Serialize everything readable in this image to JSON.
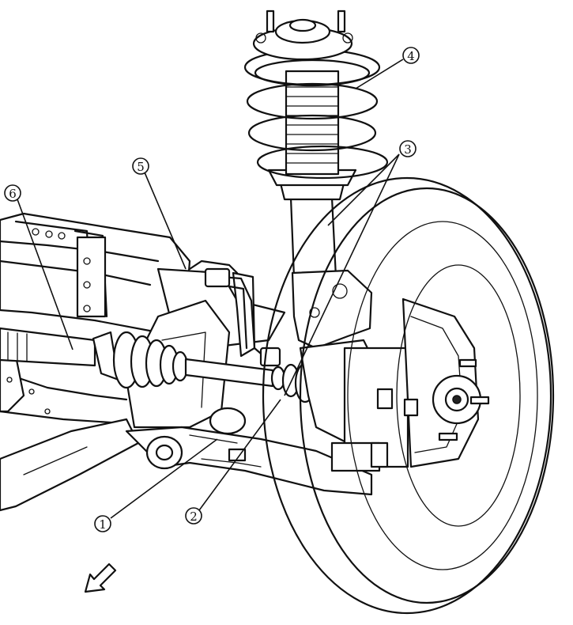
{
  "callouts": [
    {
      "id": "1",
      "label": "1"
    },
    {
      "id": "2",
      "label": "2"
    },
    {
      "id": "3",
      "label": "3"
    },
    {
      "id": "4",
      "label": "4"
    },
    {
      "id": "5",
      "label": "5"
    },
    {
      "id": "6",
      "label": "6"
    }
  ],
  "icons": {
    "direction": "arrow-down-left-icon"
  }
}
